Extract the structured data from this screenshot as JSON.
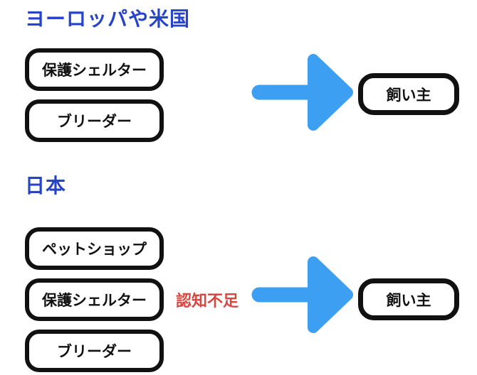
{
  "colors": {
    "heading_blue": "#2743c9",
    "arrow_blue": "#3d9ff2",
    "alert_red": "#d9453e",
    "box_border": "#111111",
    "background": "#ffffff"
  },
  "icons": {
    "arrow_right": "thick rounded right-arrow"
  },
  "sections": [
    {
      "title": "ヨーロッパや米国",
      "sources": [
        "保護シェルター",
        "ブリーダー"
      ],
      "target": "飼い主",
      "note": ""
    },
    {
      "title": "日本",
      "sources": [
        "ペットショップ",
        "保護シェルター",
        "ブリーダー"
      ],
      "target": "飼い主",
      "note": "認知不足"
    }
  ]
}
